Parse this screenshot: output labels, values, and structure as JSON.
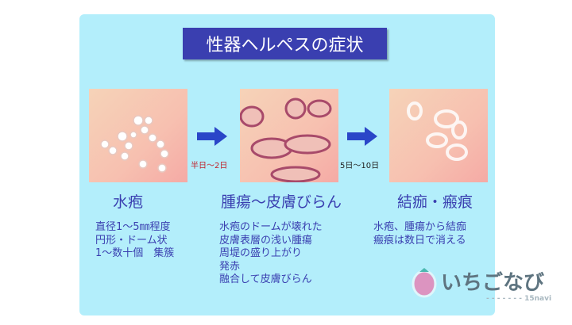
{
  "title": "性器ヘルペスの症状",
  "stages": [
    {
      "heading": "水疱",
      "lines": [
        "直径1〜5㎜程度",
        "円形・ドーム状",
        "1〜数十個　集簇"
      ]
    },
    {
      "heading": "腫瘍〜皮膚びらん",
      "lines": [
        "水疱のドームが壊れた",
        "皮膚表層の浅い腫瘍",
        "周堤の盛り上がり",
        "発赤",
        "融合して皮膚びらん"
      ]
    },
    {
      "heading": "結痂・瘢痕",
      "lines": [
        "水疱、腫瘍から結痂",
        "瘢痕は数日で消える"
      ]
    }
  ],
  "transitions": [
    "半日〜2日",
    "5日〜10日"
  ],
  "logo": {
    "text": "いちごなび",
    "sub": "15navi"
  },
  "colors": {
    "panel": "#b3eefb",
    "accent": "#3a3fb0",
    "arrow": "#2a46c8",
    "red": "#c0202a"
  }
}
